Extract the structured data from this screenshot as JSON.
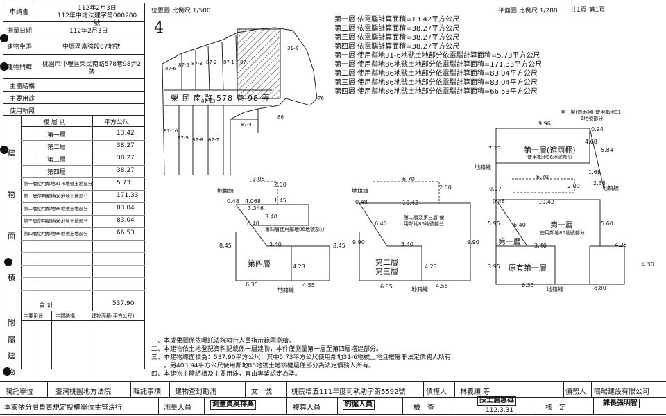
{
  "left_table": {
    "rows": [
      {
        "label": "申請書",
        "value": "112年2月3日\n112年中地法建字第000280號"
      },
      {
        "label": "測量日期",
        "value": "112年2月3日"
      },
      {
        "label": "建物坐落",
        "value": "中壢區富強段87地號"
      },
      {
        "label": "建物門牌",
        "value": "桃園市中壢區榮民南路578巷98弄2號"
      },
      {
        "label": "主體結構",
        "value": ""
      },
      {
        "label": "主要用途",
        "value": ""
      },
      {
        "label": "使用執照",
        "value": ""
      }
    ],
    "area_side_chars": [
      "建",
      "物",
      "面",
      "積"
    ],
    "area_header": {
      "col1": "樓 層 別",
      "col2": "平方公尺"
    },
    "area_rows": [
      {
        "floor": "第一層",
        "area": "13.42"
      },
      {
        "floor": "第二層",
        "area": "38.27"
      },
      {
        "floor": "第三層",
        "area": "38.27"
      },
      {
        "floor": "第四層",
        "area": "38.27"
      },
      {
        "floor": "第一層使用鄰地31-6地號土地部分",
        "area": "5.73"
      },
      {
        "floor": "第一層使用鄰地86地號土地部分",
        "area": "171.33"
      },
      {
        "floor": "第二層使用鄰地86地號土地部分",
        "area": "83.04"
      },
      {
        "floor": "第三層使用鄰地86地號土地部分",
        "area": "83.04"
      },
      {
        "floor": "第四層使用鄰地86地號土地部分",
        "area": "66.53"
      }
    ],
    "total_label": "合 計",
    "total_value": "537.90",
    "attached_side_chars": [
      "附",
      "屬",
      "建",
      "物"
    ],
    "attached_header": {
      "use": "主要用途",
      "struct": "主體結構",
      "area": "建物面積(平方公尺)"
    }
  },
  "location_map": {
    "title": "位置圖 比例尺 1/500",
    "north": "4",
    "road": "榮 民 南 路 578 巷 98 弄",
    "parcels": [
      "87-6",
      "87-5",
      "87-3",
      "87-2",
      "87-1",
      "87-4",
      "87-10",
      "87-9",
      "87-8",
      "87-7",
      "87",
      "31-6",
      "86",
      "76",
      "87-13"
    ]
  },
  "plan": {
    "title": "平面圖 比例尺 1/200",
    "page": "共1頁 第1頁"
  },
  "area_summary": [
    "第一層 依電腦計算面積=13.42平方公尺",
    "第二層 依電腦計算面積=38.27平方公尺",
    "第三層 依電腦計算面積=38.27平方公尺",
    "第四層 依電腦計算面積=38.27平方公尺",
    "第一層 使用鄰地31-6地號土地部分依電腦計算面積=5.73平方公尺",
    "第一層 使用鄰地86地號土地部分依電腦計算面積=171.33平方公尺",
    "第二層 使用鄰地86地號土地部分依電腦計算面積=83.04平方公尺",
    "第三層 使用鄰地86地號土地部分依電腦計算面積=83.04平方公尺",
    "第四層 使用鄰地86地號土地部分依電腦計算面積=66.53平方公尺"
  ],
  "drawings": {
    "d1": {
      "room": "第四層",
      "sub": "第四層使用鄰地86地號部分",
      "boundary": "地籍線",
      "dims": [
        "3.05",
        "2.00",
        "0.48",
        "4.068",
        "3.346",
        "1.45",
        "3.40",
        "6.40",
        "3.40",
        "8.45",
        "8.45",
        "4.23",
        "6.35",
        "4.55"
      ]
    },
    "d2": {
      "room1": "第二層",
      "room2": "第三層",
      "sub": "第二層及第三層 使用鄰地86地號部分",
      "boundary": "地籍線",
      "dims": [
        "6.70",
        "2.00",
        "0.48",
        "10.42",
        "6.40",
        "3.40",
        "9.90",
        "9.90",
        "4.23",
        "6.35",
        "4.55"
      ]
    },
    "d3": {
      "top_label": "第一層(遮雨棚) 使用鄰地31-6地號部分",
      "rain": "第一層(遮雨棚)",
      "rain_sub": "使用鄰地86地號部分",
      "mid": "第一層",
      "mid_sub": "使用鄰地86地號部分",
      "left": "第一層",
      "orig": "原有第一層",
      "boundary": "地籍線",
      "dims": [
        "9.96",
        "0.94",
        "4.68",
        "5.84",
        "7.23",
        "1.68",
        "2.36",
        "6.70",
        "2.00",
        "0.97",
        "0.48",
        "10.42",
        "5.95",
        "6.40",
        "5.60",
        "3.40",
        "4.25",
        "3.95",
        "4.30",
        "6.35",
        "8.80"
      ]
    }
  },
  "notes": [
    "一、本成果圖係依囑託法院執行人員指示範圍測繪。",
    "二、本建物依土地登記資料記載係一層建物，本件僅測量第一層至第四層增建部分。",
    "三、本建物總面積為：537.90平方公尺，其中5.73平方公尺使用鄰地31-6地號土地且權屬非法定債務人所有",
    "　　，另403.94平方公尺使用鄰地86地號土地該權屬僅部分為法定債務人所有。",
    "四、本建物主體結構及主要用途，宜由專業認定為準。"
  ],
  "footer": {
    "r1": {
      "unit_label": "囑託單位",
      "unit": "臺灣桃園地方法院",
      "item_label": "囑託事項",
      "item": "建物查封勘測",
      "doc_label": "文　號",
      "doc": "桃院增五111年度司執助字第5592號",
      "creditor_label": "債權人",
      "creditor": "林義順 等",
      "debtor_label": "債務人",
      "debtor": "鳴暘建設有限公司"
    },
    "r2": {
      "note": "本案依分層負責規定授權單位主管決行",
      "surveyor_label": "測量人員",
      "surveyor": "測量員吳祥興",
      "calc_label": "複算人員",
      "calc": "約僱人員",
      "check_label": "檢　查",
      "checker": "技士詹惠雄",
      "approve_label": "核　定",
      "approver": "課長張明智",
      "date": "112.3.31"
    }
  }
}
